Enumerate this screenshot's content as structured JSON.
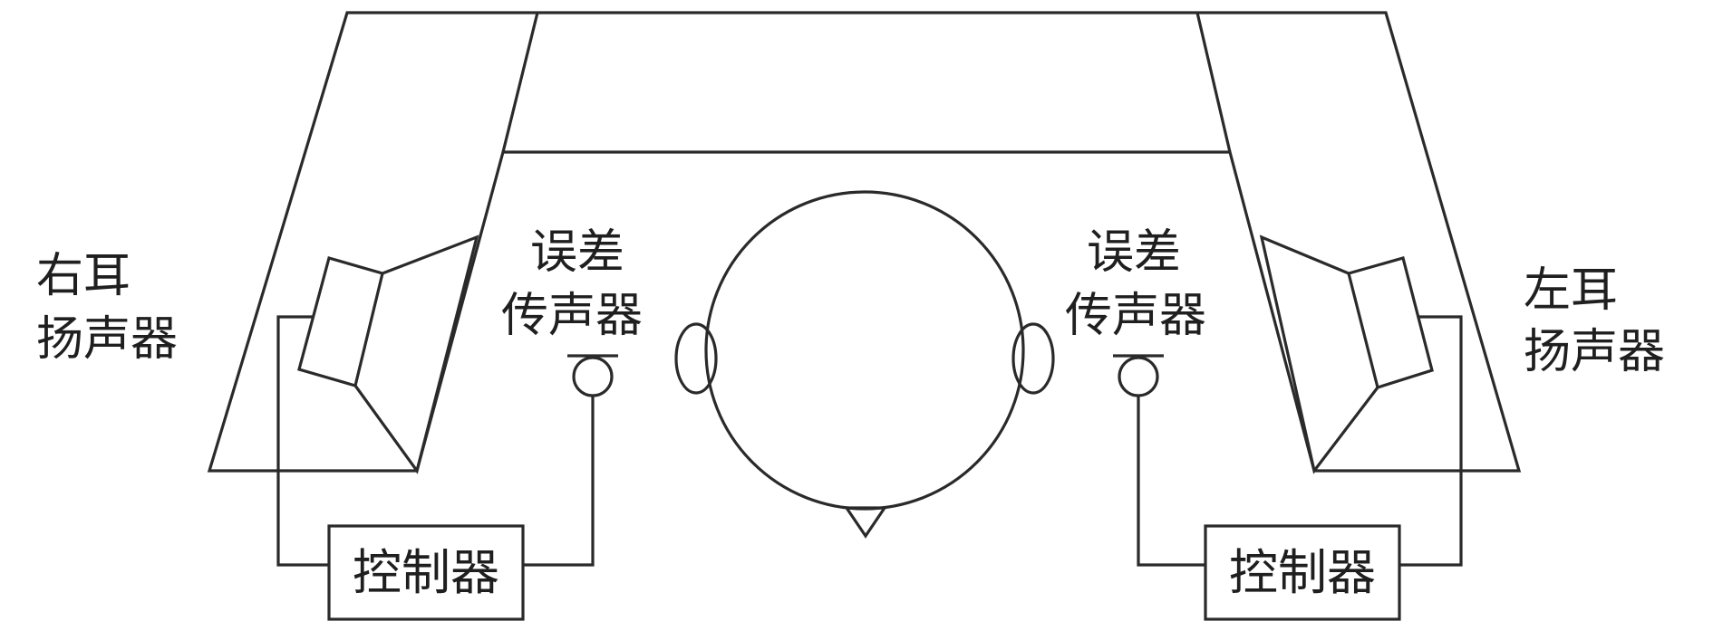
{
  "labels": {
    "right_speaker_line1": "右耳",
    "right_speaker_line2": "扬声器",
    "left_speaker_line1": "左耳",
    "left_speaker_line2": "扬声器",
    "error_mic_left_line1": "误差",
    "error_mic_left_line2": "传声器",
    "error_mic_right_line1": "误差",
    "error_mic_right_line2": "传声器",
    "controller_left": "控制器",
    "controller_right": "控制器"
  }
}
